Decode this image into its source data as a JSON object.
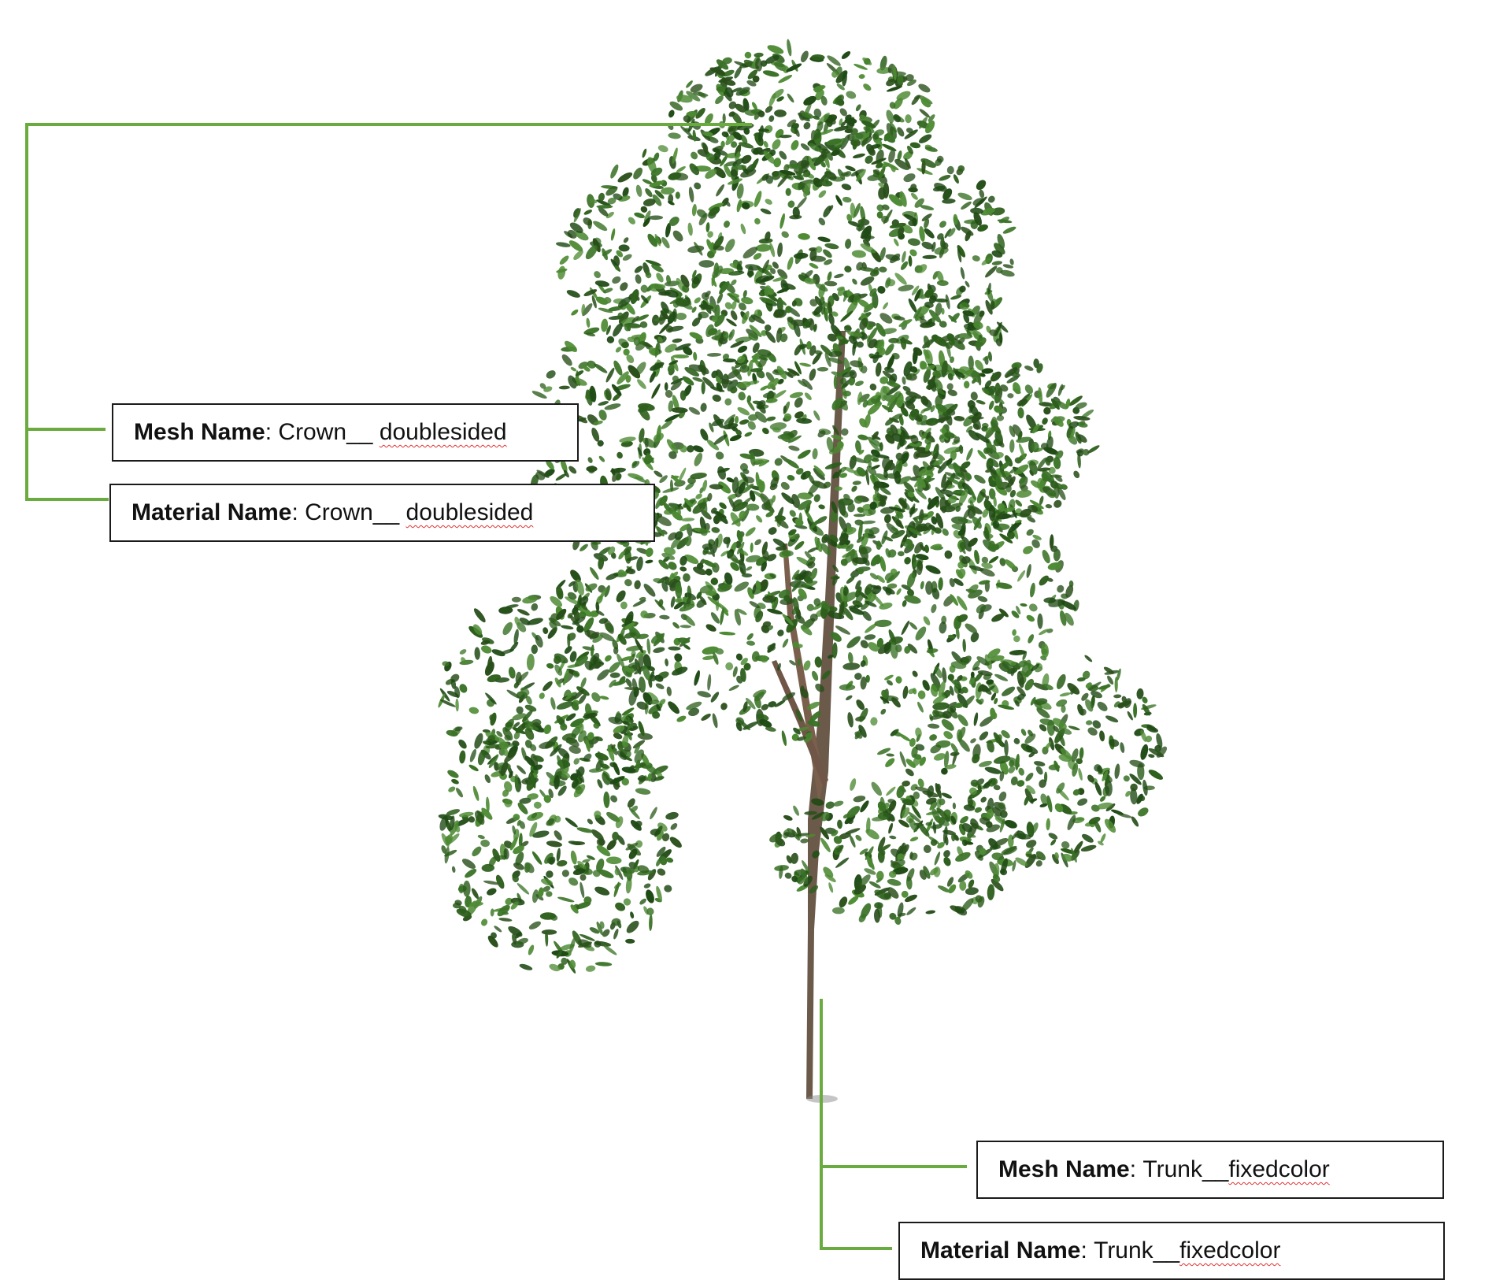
{
  "colors": {
    "connector": "#6aab3f",
    "box_border": "#1a1a1a",
    "foliage": [
      "#1f4a14",
      "#2d5e1c",
      "#3a7226",
      "#4d8a33",
      "#294f1a"
    ],
    "trunk": "#6b5a4a",
    "spellcheck_underline": "#e03131"
  },
  "icons": [
    "tree-illustration"
  ],
  "labels": {
    "crown_mesh": {
      "key": "Mesh Name",
      "sep": ": ",
      "prefix": "Crown__ ",
      "suffix": "doublesided"
    },
    "crown_material": {
      "key": "Material Name",
      "sep": ": ",
      "prefix": "Crown__ ",
      "suffix": "doublesided"
    },
    "trunk_mesh": {
      "key": "Mesh Name",
      "sep": ": ",
      "prefix": "Trunk__",
      "suffix": "fixedcolor"
    },
    "trunk_material": {
      "key": "Material Name",
      "sep": ": ",
      "prefix": "Trunk__",
      "suffix": "fixedcolor"
    }
  }
}
